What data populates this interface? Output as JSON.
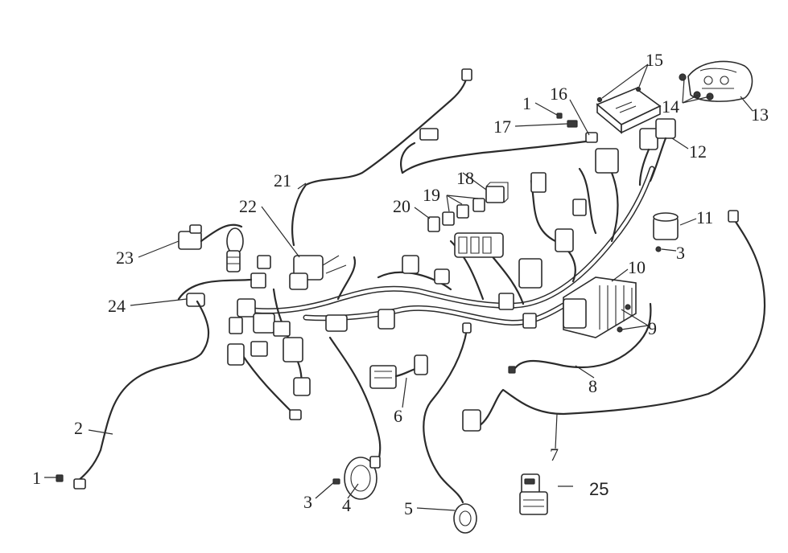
{
  "callouts": {
    "c1_top": "1",
    "c1_bottom": "1",
    "c2": "2",
    "c3_left": "3",
    "c3_right": "3",
    "c4": "4",
    "c5": "5",
    "c6": "6",
    "c7": "7",
    "c8": "8",
    "c9": "9",
    "c10": "10",
    "c11": "11",
    "c12": "12",
    "c13": "13",
    "c14": "14",
    "c15": "15",
    "c16": "16",
    "c17": "17",
    "c18": "18",
    "c19": "19",
    "c20": "20",
    "c21": "21",
    "c22": "22",
    "c23": "23",
    "c24": "24",
    "c25": "25"
  },
  "colors": {
    "line": "#2b2b2b",
    "background": "#ffffff"
  }
}
